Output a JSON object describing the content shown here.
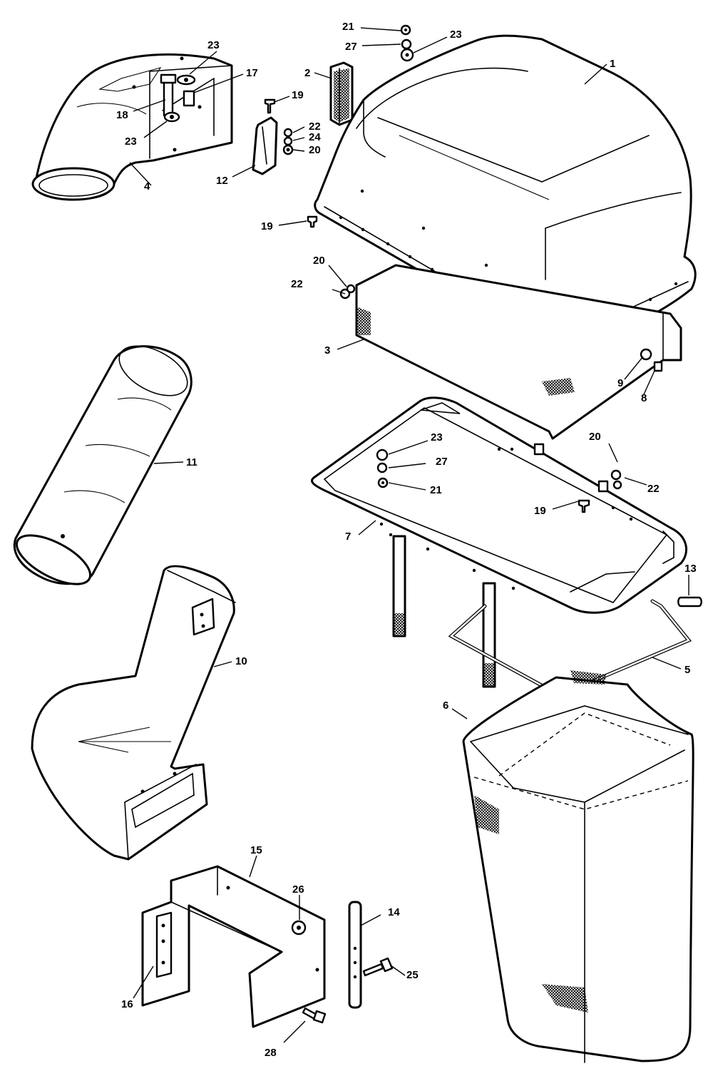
{
  "diagram": {
    "callouts": [
      {
        "id": "c1",
        "label": "1"
      },
      {
        "id": "c2",
        "label": "2"
      },
      {
        "id": "c3",
        "label": "3"
      },
      {
        "id": "c4",
        "label": "4"
      },
      {
        "id": "c5",
        "label": "5"
      },
      {
        "id": "c6",
        "label": "6"
      },
      {
        "id": "c7",
        "label": "7"
      },
      {
        "id": "c8",
        "label": "8"
      },
      {
        "id": "c9",
        "label": "9"
      },
      {
        "id": "c10",
        "label": "10"
      },
      {
        "id": "c11",
        "label": "11"
      },
      {
        "id": "c12",
        "label": "12"
      },
      {
        "id": "c13",
        "label": "13"
      },
      {
        "id": "c14",
        "label": "14"
      },
      {
        "id": "c15",
        "label": "15"
      },
      {
        "id": "c16",
        "label": "16"
      },
      {
        "id": "c17",
        "label": "17"
      },
      {
        "id": "c18",
        "label": "18"
      },
      {
        "id": "c19a",
        "label": "19"
      },
      {
        "id": "c19b",
        "label": "19"
      },
      {
        "id": "c19c",
        "label": "19"
      },
      {
        "id": "c20a",
        "label": "20"
      },
      {
        "id": "c20b",
        "label": "20"
      },
      {
        "id": "c20c",
        "label": "20"
      },
      {
        "id": "c21a",
        "label": "21"
      },
      {
        "id": "c21b",
        "label": "21"
      },
      {
        "id": "c22a",
        "label": "22"
      },
      {
        "id": "c22b",
        "label": "22"
      },
      {
        "id": "c22c",
        "label": "22"
      },
      {
        "id": "c23a",
        "label": "23"
      },
      {
        "id": "c23b",
        "label": "23"
      },
      {
        "id": "c23c",
        "label": "23"
      },
      {
        "id": "c23d",
        "label": "23"
      },
      {
        "id": "c24",
        "label": "24"
      },
      {
        "id": "c25",
        "label": "25"
      },
      {
        "id": "c26",
        "label": "26"
      },
      {
        "id": "c27a",
        "label": "27"
      },
      {
        "id": "c27b",
        "label": "27"
      },
      {
        "id": "c28",
        "label": "28"
      }
    ]
  }
}
